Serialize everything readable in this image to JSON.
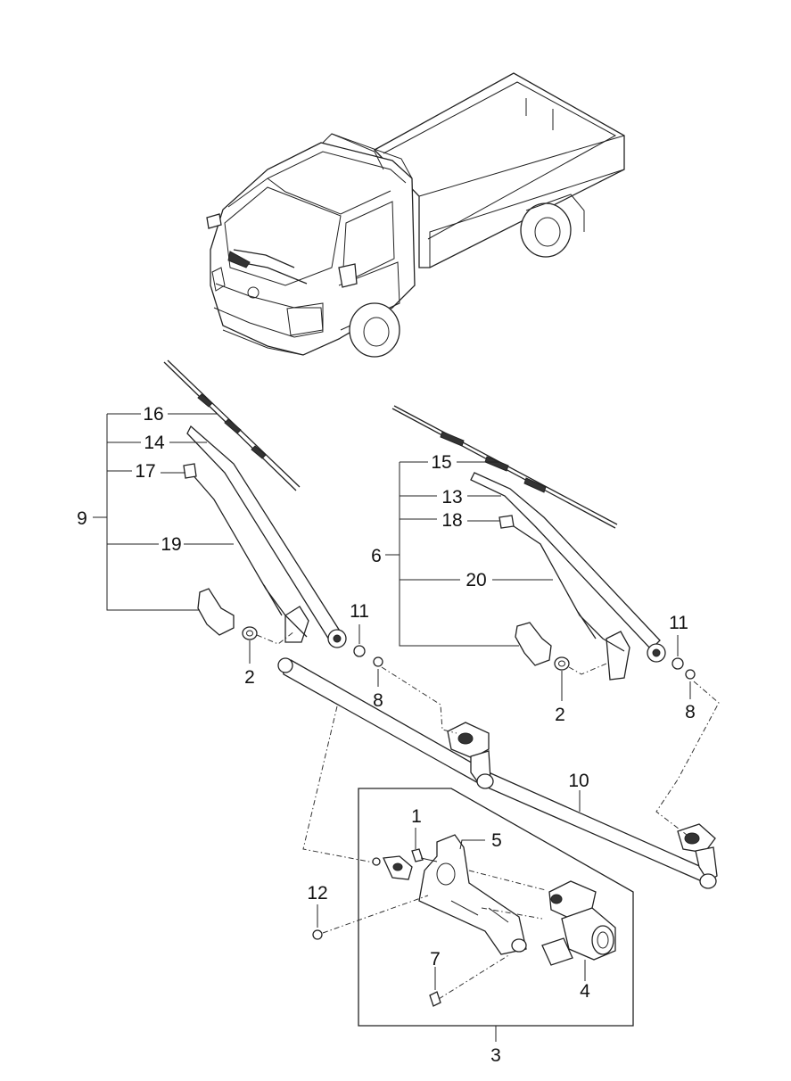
{
  "callouts": {
    "c1": "1",
    "c2a": "2",
    "c2b": "2",
    "c3": "3",
    "c4": "4",
    "c5": "5",
    "c6": "6",
    "c7": "7",
    "c8a": "8",
    "c8b": "8",
    "c9": "9",
    "c10": "10",
    "c11a": "11",
    "c11b": "11",
    "c12": "12",
    "c13": "13",
    "c14": "14",
    "c15": "15",
    "c16": "16",
    "c17": "17",
    "c18": "18",
    "c19": "19",
    "c20": "20"
  },
  "colors": {
    "line": "#222222",
    "background": "#ffffff"
  }
}
